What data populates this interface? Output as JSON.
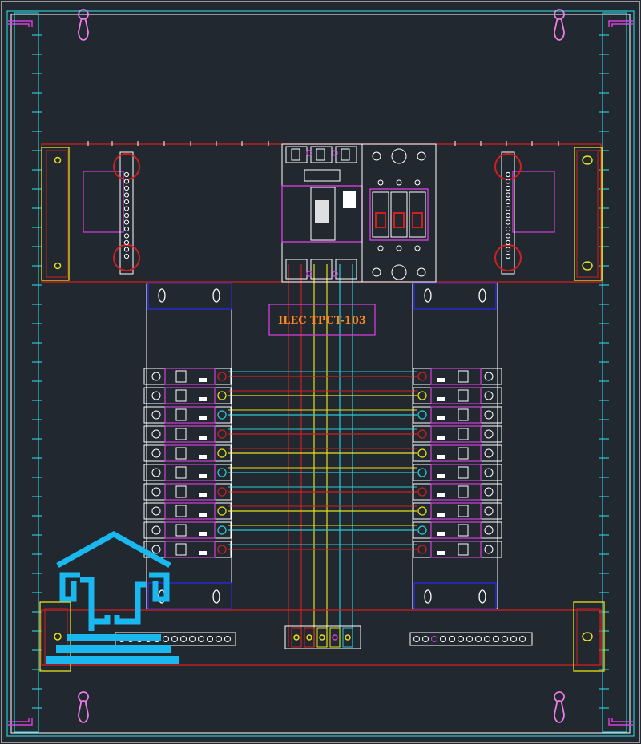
{
  "drawing": {
    "panel_label": "ILEC TPCT-103"
  },
  "colors": {
    "background": "#212830",
    "outline": "#d8d8d8",
    "red": "#d11f1f",
    "yellow": "#e6e01a",
    "cyan": "#2ec8d3",
    "magenta": "#d23fd8",
    "blue": "#2a2ad8",
    "label_orange": "#ff8a1c",
    "logo_blue": "#19b8ee"
  },
  "breaker_rows": 10,
  "bus_wires": [
    "red",
    "yellow",
    "cyan",
    "red",
    "yellow",
    "cyan",
    "red",
    "yellow",
    "cyan",
    "red",
    "yellow",
    "cyan",
    "red",
    "yellow",
    "cyan",
    "red",
    "yellow",
    "cyan",
    "red",
    "yellow",
    "cyan",
    "red",
    "yellow",
    "cyan",
    "red",
    "yellow",
    "cyan",
    "red",
    "yellow",
    "cyan"
  ],
  "icons": {
    "keyhole": "keyhole-mount-icon",
    "logo": "house-logo-icon",
    "breaker": "breaker-icon"
  }
}
